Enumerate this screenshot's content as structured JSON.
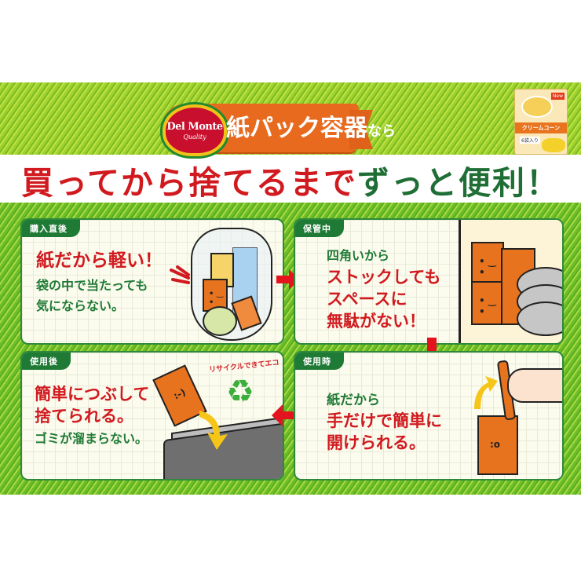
{
  "header": {
    "brand_logo": {
      "brand": "Del Monte",
      "sub": "Quality"
    },
    "ribbon_text_main": "紙パック容器",
    "ribbon_text_suffix": "なら",
    "product_image": {
      "badge": "New",
      "label": "クリームコーン",
      "count": "6袋入り"
    }
  },
  "headline": {
    "part_red": "買ってから捨てるまで",
    "part_green": "ずっと便利！"
  },
  "panels": [
    {
      "tag": "購入直後",
      "lines": [
        {
          "text": "紙だから軽い！",
          "color": "red"
        },
        {
          "text": "袋の中で当たっても",
          "color": "green"
        },
        {
          "text": "気にならない。",
          "color": "green"
        }
      ]
    },
    {
      "tag": "保管中",
      "lines": [
        {
          "text": "四角いから",
          "color": "green"
        },
        {
          "text": "ストックしても",
          "color": "red"
        },
        {
          "text": "スペースに",
          "color": "red"
        },
        {
          "text": "無駄がない！",
          "color": "red"
        }
      ]
    },
    {
      "tag": "使用後",
      "lines": [
        {
          "text": "簡単につぶして",
          "color": "red"
        },
        {
          "text": "捨てられる。",
          "color": "red"
        },
        {
          "text": "ゴミが溜まらない。",
          "color": "green"
        }
      ],
      "eco_note": "リサイクルできてエコ",
      "recycle_icon": "♻"
    },
    {
      "tag": "使用時",
      "lines": [
        {
          "text": "紙だから",
          "color": "green"
        },
        {
          "text": "手だけで簡単に",
          "color": "red"
        },
        {
          "text": "開けられる。",
          "color": "red"
        }
      ]
    }
  ],
  "flow_arrows": [
    "right",
    "down",
    "left"
  ],
  "colors": {
    "accent_red": "#d11a1f",
    "accent_green": "#1f7a35",
    "ribbon_orange": "#e86a1e",
    "grass_green": "#6cbf2a",
    "panel_bg": "#fbfbee"
  }
}
